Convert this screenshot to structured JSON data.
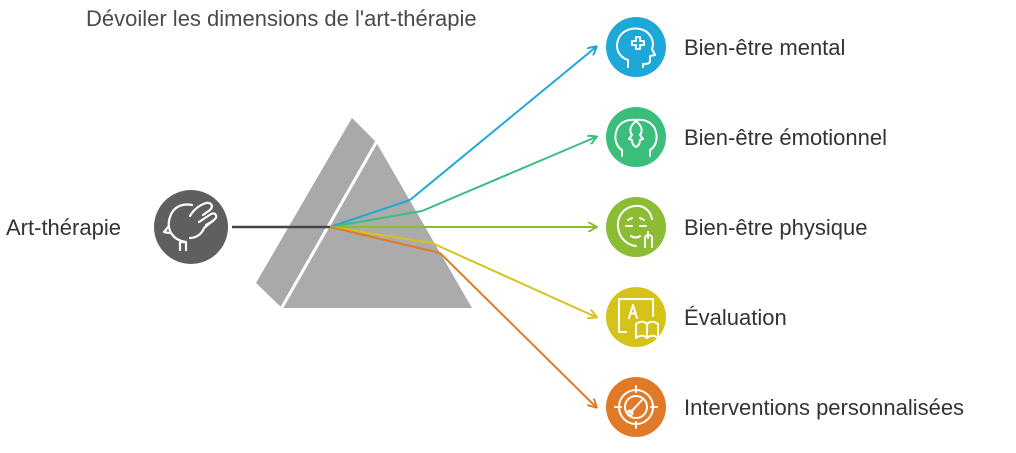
{
  "title": "Dévoiler les dimensions de l'art-thérapie",
  "source": {
    "label": "Art-thérapie",
    "icon": "head-hand-icon",
    "color": "#5f5f5f"
  },
  "outputs": [
    {
      "label": "Bien-être mental",
      "icon": "head-medical-cross-icon",
      "color": "#1ea8d8"
    },
    {
      "label": "Bien-être émotionnel",
      "icon": "faces-profile-icon",
      "color": "#3bbd7c"
    },
    {
      "label": "Bien-être physique",
      "icon": "face-healthy-icon",
      "color": "#8cbc34"
    },
    {
      "label": "Évaluation",
      "icon": "screen-book-icon",
      "color": "#d6c31a"
    },
    {
      "label": "Interventions personnalisées",
      "icon": "target-gauge-icon",
      "color": "#e07a28"
    }
  ],
  "prism": {
    "face_color": "#aaaaaa",
    "edge_color": "#ffffff"
  }
}
